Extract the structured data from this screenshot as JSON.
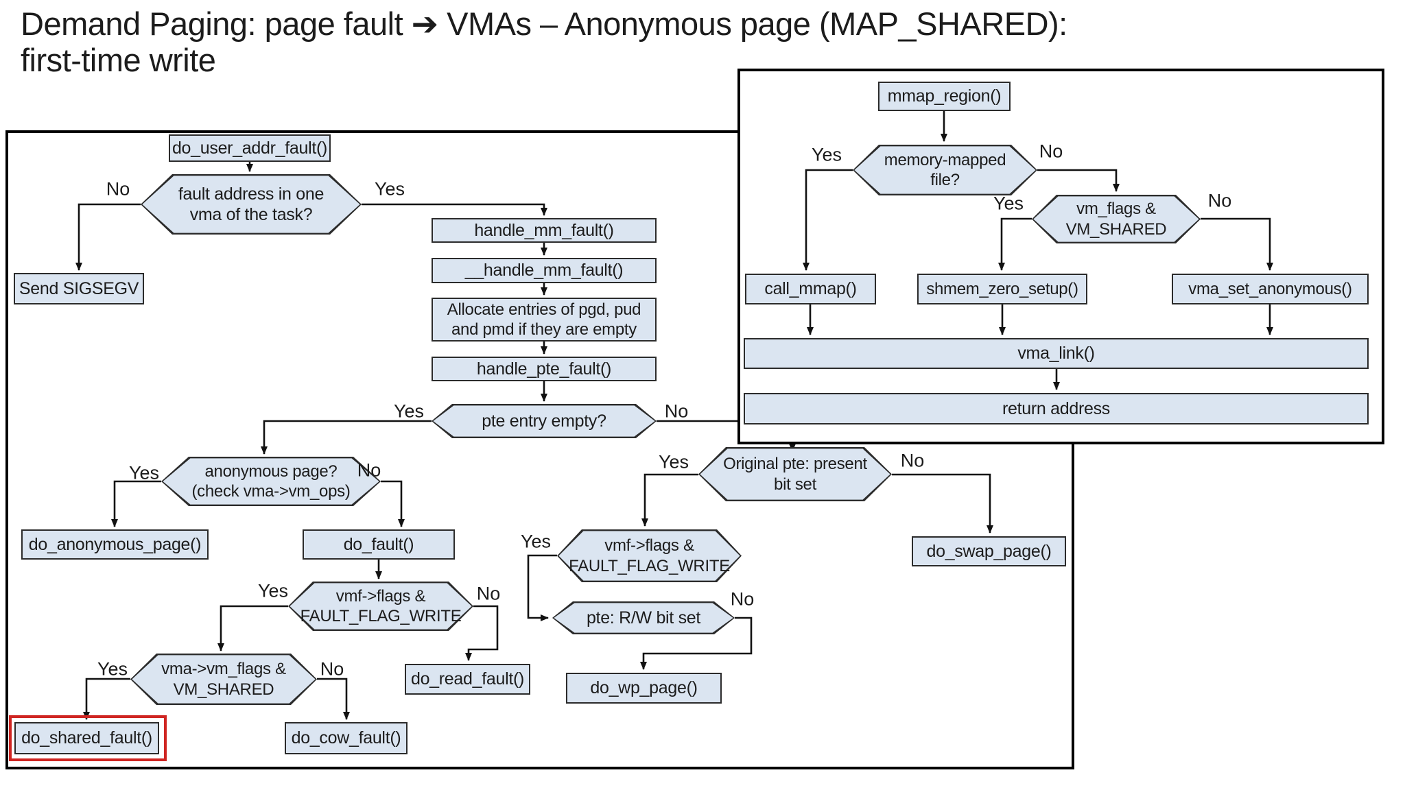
{
  "title": {
    "line1": "Demand Paging: page fault ➔ VMAs – Anonymous page (MAP_SHARED):",
    "line2": "first-time write"
  },
  "labels": {
    "yes": "Yes",
    "no": "No"
  },
  "nodes": {
    "duaf": "do_user_addr_fault()",
    "hex_fault_l1": "fault address in one",
    "hex_fault_l2": "vma of the task?",
    "send_sigsegv": "Send SIGSEGV",
    "handle_mm_fault": "handle_mm_fault()",
    "handle_mm_fault2": "__handle_mm_fault()",
    "alloc_l1": "Allocate entries of pgd, pud",
    "alloc_l2": "and pmd if they are empty",
    "handle_pte_fault": "handle_pte_fault()",
    "hex_pte_empty": "pte entry empty?",
    "hex_anon_l1": "anonymous page?",
    "hex_anon_l2": "(check vma->vm_ops)",
    "do_anonymous_page": "do_anonymous_page()",
    "do_fault": "do_fault()",
    "hex_vmf_left_l1": "vmf->flags &",
    "hex_vmf_left_l2": "FAULT_FLAG_WRITE",
    "do_read_fault": "do_read_fault()",
    "hex_vma_l1": "vma->vm_flags &",
    "hex_vma_l2": "VM_SHARED",
    "do_shared_fault": "do_shared_fault()",
    "do_cow_fault": "do_cow_fault()",
    "hex_orig_l1": "Original pte: present",
    "hex_orig_l2": "bit set",
    "do_swap_page": "do_swap_page()",
    "hex_vmf_right_l1": "vmf->flags &",
    "hex_vmf_right_l2": "FAULT_FLAG_WRITE",
    "hex_pte_rw": "pte: R/W bit set",
    "do_wp_page": "do_wp_page()",
    "mmap_region": "mmap_region()",
    "hex_mmfile_l1": "memory-mapped",
    "hex_mmfile_l2": "file?",
    "hex_vmflags_l1": "vm_flags &",
    "hex_vmflags_l2": "VM_SHARED",
    "call_mmap": "call_mmap()",
    "shmem_zero_setup": "shmem_zero_setup()",
    "vma_set_anonymous": "vma_set_anonymous()",
    "vma_link": "vma_link()",
    "return_address": "return address"
  },
  "colors": {
    "node_fill": "#dbe5f1",
    "node_border": "#2b2b2b",
    "wire": "#111111",
    "frame": "#000000",
    "highlight": "#cf2522",
    "text": "#1c1c1c",
    "background": "#ffffff"
  }
}
